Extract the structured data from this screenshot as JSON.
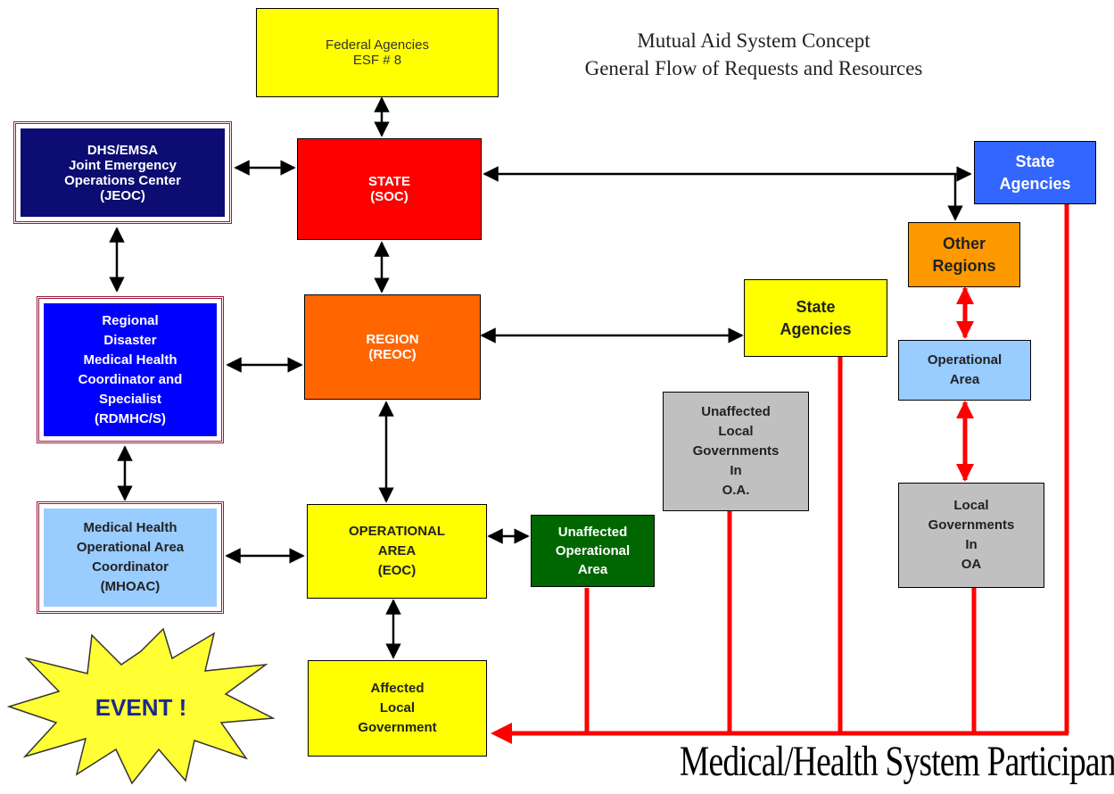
{
  "header": {
    "title_line1": "Mutual Aid System Concept",
    "title_line2": "General Flow of Requests and Resources"
  },
  "boxes": {
    "federal": "Federal Agencies\nESF # 8",
    "state_soc": "STATE\n(SOC)",
    "jeoc": "DHS/EMSA\nJoint Emergency\nOperations Center\n(JEOC)",
    "region_reoc": "REGION\n(REOC)",
    "rdmhc": "Regional\nDisaster\nMedical Health\nCoordinator and\nSpecialist\n(RDMHC/S)",
    "mhoac": "Medical Health\nOperational Area\nCoordinator\n(MHOAC)",
    "operational_area_eoc": "OPERATIONAL\nAREA\n(EOC)",
    "affected_local": "Affected\nLocal\nGovernment",
    "unaffected_oa": "Unaffected\nOperational\nArea",
    "unaffected_local": "Unaffected\nLocal\nGovernments\nIn\nO.A.",
    "state_agencies_mid": "State\nAgencies",
    "state_agencies_top": "State\nAgencies",
    "other_regions": "Other\nRegions",
    "operational_area_right": "Operational\nArea",
    "local_gov_oa": "Local\nGovernments\nIn\nOA",
    "event": "EVENT !"
  },
  "footer": {
    "label": "Medical/Health System Participants"
  },
  "colors": {
    "yellow": "#ffff00",
    "red": "#ff0000",
    "navy": "#0c0c73",
    "orange": "#ff6600",
    "blue": "#0000ff",
    "light_blue": "#99ccff",
    "green": "#006600",
    "gray": "#c0c0c0",
    "state_blue": "#3366ff",
    "amber": "#ff9900",
    "arrow_red": "#ff0000"
  }
}
